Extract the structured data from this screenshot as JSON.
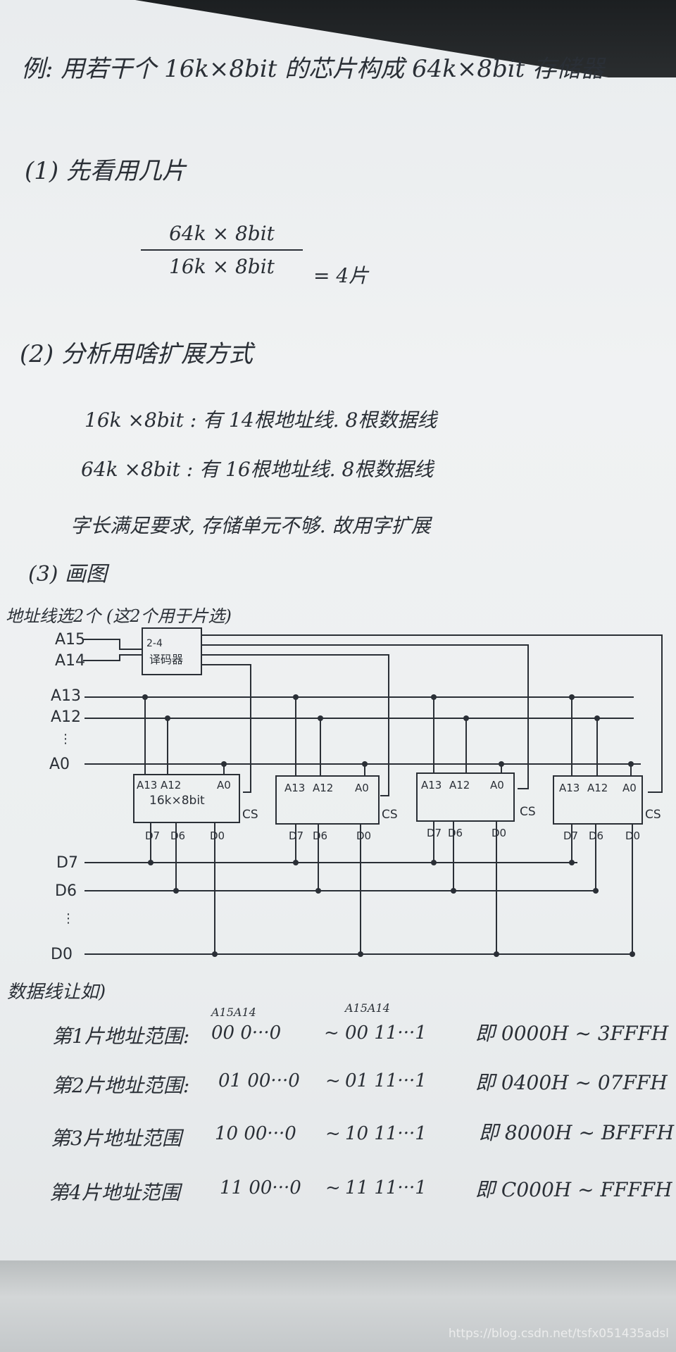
{
  "title": "例: 用若干个 16k×8bit 的芯片构成 64k×8bit 存储器",
  "step1": {
    "heading": "(1) 先看用几片",
    "numerator": "64k × 8bit",
    "denominator": "16k × 8bit",
    "result": "= 4片"
  },
  "step2": {
    "heading": "(2) 分析用啥扩展方式",
    "line1": "16k ×8bit : 有 14根地址线. 8根数据线",
    "line2": "64k ×8bit : 有 16根地址线. 8根数据线",
    "line3": "字长满足要求, 存储单元不够. 故用字扩展"
  },
  "step3": {
    "heading": "(3) 画图",
    "note": "地址线选2个 (这2个用于片选)"
  },
  "diagram": {
    "decoder_label_1": "2-4",
    "decoder_label_2": "译码器",
    "addr_pins": [
      "A15",
      "A14",
      "A13",
      "A12",
      "A0"
    ],
    "data_pins": [
      "D7",
      "D6",
      "D0"
    ],
    "chip_addr_labels": [
      "A13",
      "A12",
      "A0"
    ],
    "chip_data_labels": [
      "D7",
      "D6",
      "D0"
    ],
    "chip_name": "16k×8bit",
    "cs_label": "CS",
    "data_note": "数据线让如)"
  },
  "ranges": [
    {
      "label": "第1片地址范围:",
      "from": "00 0···0",
      "to": "00 11···1",
      "hex": "即 0000H ~ 3FFFH",
      "bits_note": "A15A14"
    },
    {
      "label": "第2片地址范围:",
      "from": "01 00···0",
      "to": "01 11···1",
      "hex": "即 0400H ~ 07FFH"
    },
    {
      "label": "第3片地址范围",
      "from": "10 00···0",
      "to": "10 11···1",
      "hex": "即 8000H ~ BFFFH"
    },
    {
      "label": "第4片地址范围",
      "from": "11 00···0",
      "to": "11 11···1",
      "hex": "即 C000H ~ FFFFH"
    }
  ],
  "watermark": "https://blog.csdn.net/tsfx051435adsl"
}
